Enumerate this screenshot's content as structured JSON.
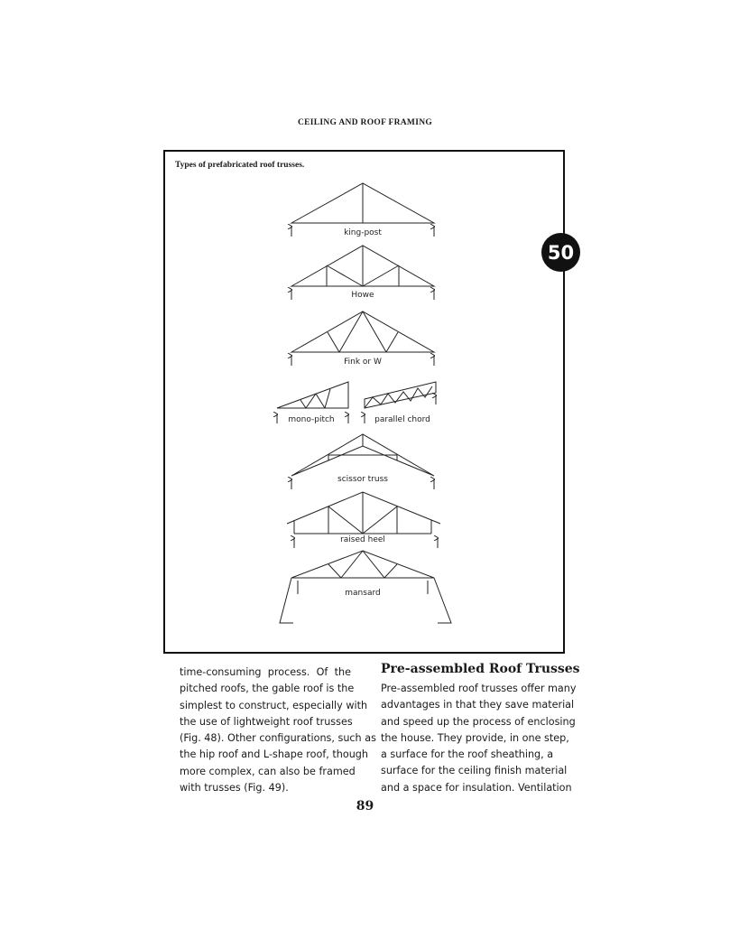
{
  "header": {
    "running_title": "CEILING AND ROOF FRAMING"
  },
  "figure": {
    "caption": "Types of prefabricated roof trusses.",
    "badge": "50",
    "trusses": [
      {
        "id": "king-post",
        "label": "king-post"
      },
      {
        "id": "howe",
        "label": "Howe"
      },
      {
        "id": "fink",
        "label": "Fink or W"
      },
      {
        "id": "mono-pitch",
        "label": "mono-pitch"
      },
      {
        "id": "parallel-chord",
        "label": "parallel chord"
      },
      {
        "id": "scissor",
        "label": "scissor truss"
      },
      {
        "id": "raised-heel",
        "label": "raised heel"
      },
      {
        "id": "mansard",
        "label": "mansard"
      }
    ]
  },
  "body": {
    "left_column": [
      "time-consuming process. Of the",
      "pitched roofs, the gable roof is the",
      "simplest to construct, especially with",
      "the use of lightweight roof trusses",
      "(Fig. 48). Other configurations, such as",
      "the hip roof and L-shape roof, though",
      "more complex, can also be framed",
      "with trusses (Fig. 49)."
    ],
    "section_title": "Pre-assembled Roof Trusses",
    "right_column": [
      "Pre-assembled roof trusses offer many",
      "advantages in that they save material",
      "and speed up the process of enclosing",
      "the house. They provide, in one step,",
      "a surface for the roof sheathing, a",
      "surface for the ceiling finish material",
      "and a space for insulation. Ventilation"
    ]
  },
  "footer": {
    "page_number": "89"
  }
}
